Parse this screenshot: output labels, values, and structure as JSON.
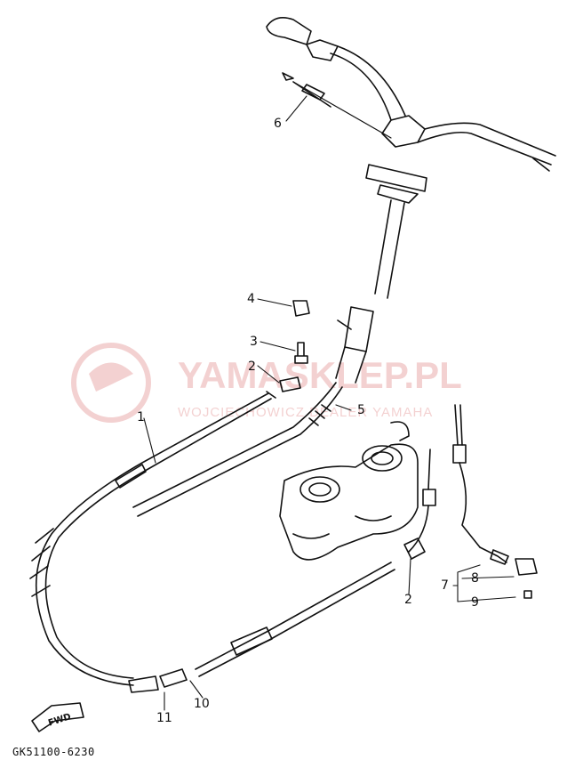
{
  "callouts": {
    "c1": "1",
    "c2a": "2",
    "c2b": "2",
    "c3": "3",
    "c4": "4",
    "c5": "5",
    "c6": "6",
    "c7": "7",
    "c8": "8",
    "c9": "9",
    "c10": "10",
    "c11": "11"
  },
  "fwd_label": "FWD",
  "diagram_code": "GK51100-6230",
  "watermark": {
    "title": "YAMASKLEP.PL",
    "subtitle": "WOJCIECHOWICZ DEALER YAMAHA"
  },
  "colors": {
    "line": "#111111",
    "watermark": "#e59a9a"
  }
}
